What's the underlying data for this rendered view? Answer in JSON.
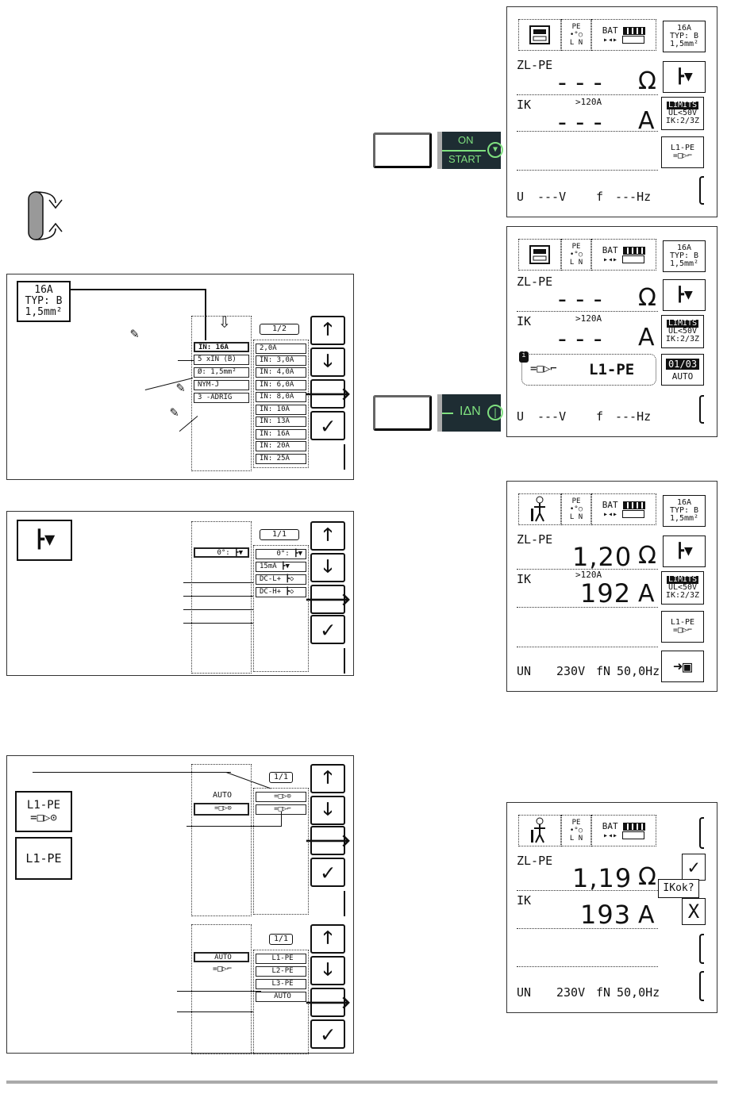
{
  "rotate_icon": "rotate-dial-icon",
  "start_key": {
    "top": "ON",
    "bottom": "START"
  },
  "idn_key": {
    "label": "IΔN"
  },
  "d1": {
    "badge": [
      "16A",
      "TYP: B",
      "1,5mm²"
    ],
    "pe": "PE",
    "l": "L",
    "n": "N",
    "bat": "BAT",
    "zlabel": "ZL-PE",
    "zval": "- - -",
    "zunit": "Ω",
    "iklabel": "IK",
    "ikthr": ">120A",
    "ikval": "- - -",
    "ikunit": "A",
    "limits": "LIMITS",
    "ul": "UL<50V",
    "ik23": "IK:2/3Z",
    "l1pe": "L1-PE",
    "u": "U",
    "uval": "---V",
    "f": "f",
    "fval": "---Hz"
  },
  "d2": {
    "badge": [
      "16A",
      "TYP: B",
      "1,5mm²"
    ],
    "bat": "BAT",
    "zlabel": "ZL-PE",
    "zval": "- - -",
    "zunit": "Ω",
    "iklabel": "IK",
    "ikthr": ">120A",
    "ikval": "- - -",
    "ikunit": "A",
    "limits": "LIMITS",
    "ul": "UL<50V",
    "ik23": "IK:2/3Z",
    "mode": "L1-PE",
    "counter": "01/03",
    "auto": "AUTO",
    "u": "U",
    "uval": "---V",
    "f": "f",
    "fval": "---Hz"
  },
  "d3": {
    "badge": [
      "16A",
      "TYP: B",
      "1,5mm²"
    ],
    "bat": "BAT",
    "zlabel": "ZL-PE",
    "zval": "1,20",
    "zunit": "Ω",
    "iklabel": "IK",
    "ikthr": ">120A",
    "ikval": "192",
    "ikunit": "A",
    "limits": "LIMITS",
    "ul": "UL<50V",
    "ik23": "IK:2/3Z",
    "l1pe": "L1-PE",
    "un": "UN",
    "unval": "230V",
    "fn": "fN",
    "fnval": "50,0Hz"
  },
  "d4": {
    "bat": "BAT",
    "zlabel": "ZL-PE",
    "zval": "1,19",
    "zunit": "Ω",
    "iklabel": "IK",
    "ikval": "193",
    "ikunit": "A",
    "ikok": "IKok?",
    "un": "UN",
    "unval": "230V",
    "fn": "fN",
    "fnval": "50,0Hz"
  },
  "p1": {
    "badge": [
      "16A",
      "TYP: B",
      "1,5mm²"
    ],
    "page": "1/2",
    "params": [
      "IN: 16A",
      "5 xIN (B)",
      "Ø: 1,5mm²",
      "NYM-J",
      "3 -ADRIG"
    ],
    "options": [
      "2,0A",
      "IN: 3,0A",
      "IN: 4,0A",
      "IN: 6,0A",
      "IN: 8,0A",
      "IN: 10A",
      "IN: 13A",
      "IN: 16A",
      "IN: 20A",
      "IN: 25A"
    ]
  },
  "p2": {
    "page": "1/1",
    "selected": "0°:",
    "options": [
      "0°:",
      "15mA",
      "DC-L+",
      "DC-H+"
    ]
  },
  "p3": {
    "page_a": "1/1",
    "auto_a": "AUTO",
    "btn1": "L1-PE",
    "btn2": "L1-PE",
    "page_b": "1/1",
    "auto_b": "AUTO",
    "options_b": [
      "L1-PE",
      "L2-PE",
      "L3-PE",
      "AUTO"
    ]
  }
}
